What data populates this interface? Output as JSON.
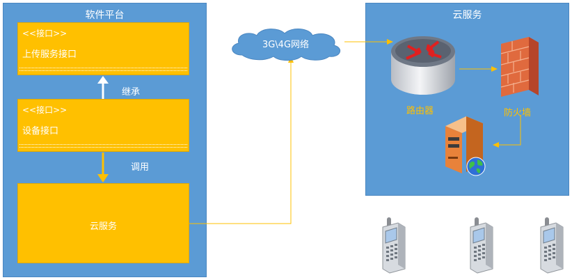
{
  "software_platform": {
    "title": "软件平台",
    "upload_interface": {
      "stereotype": "<<接口>>",
      "name": "上传服务接口"
    },
    "inherit_label": "继承",
    "device_interface": {
      "stereotype": "<<接口>>",
      "name": "设备接口"
    },
    "call_label": "调用",
    "cloud_box_label": "云服务"
  },
  "network": {
    "label": "3G\\4G网络"
  },
  "cloud_service": {
    "title": "云服务",
    "router_label": "路由器",
    "firewall_label": "防火墙"
  },
  "colors": {
    "panel": "#5b9bd5",
    "box": "#ffc000",
    "line": "#ffc000"
  },
  "icons": [
    "cloud-icon",
    "router-icon",
    "firewall-icon",
    "server-icon",
    "globe-icon",
    "mobile-phone-icon"
  ]
}
